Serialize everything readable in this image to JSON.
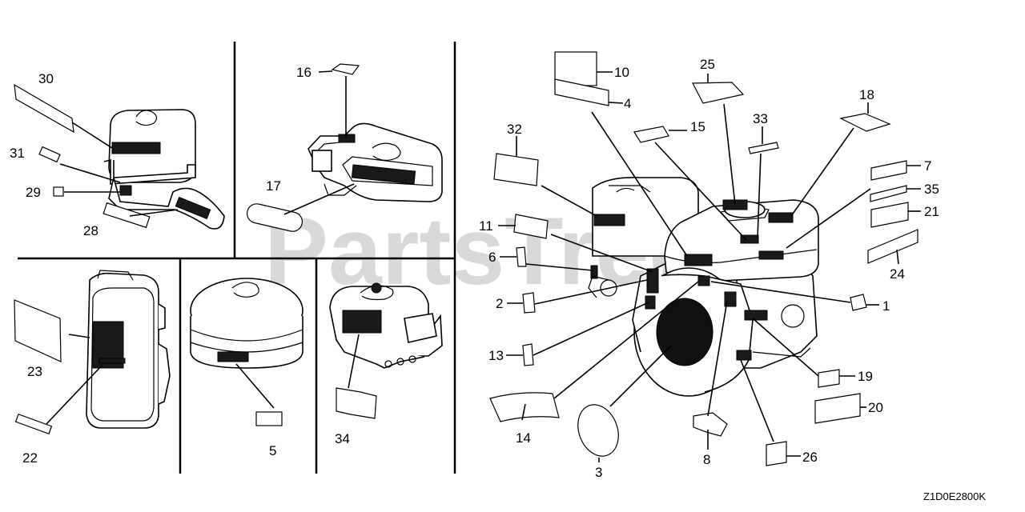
{
  "watermark": "PartsTree",
  "diagram_code": "Z1D0E2800K",
  "labels": {
    "l1": "1",
    "l2": "2",
    "l3": "3",
    "l4": "4",
    "l5": "5",
    "l6": "6",
    "l7": "7",
    "l8": "8",
    "l10": "10",
    "l11": "11",
    "l13": "13",
    "l14": "14",
    "l15": "15",
    "l16": "16",
    "l17": "17",
    "l18": "18",
    "l19": "19",
    "l20": "20",
    "l21": "21",
    "l22": "22",
    "l23": "23",
    "l24": "24",
    "l25": "25",
    "l26": "26",
    "l28": "28",
    "l29": "29",
    "l30": "30",
    "l31": "31",
    "l32": "32",
    "l33": "33",
    "l34": "34",
    "l35": "35"
  }
}
